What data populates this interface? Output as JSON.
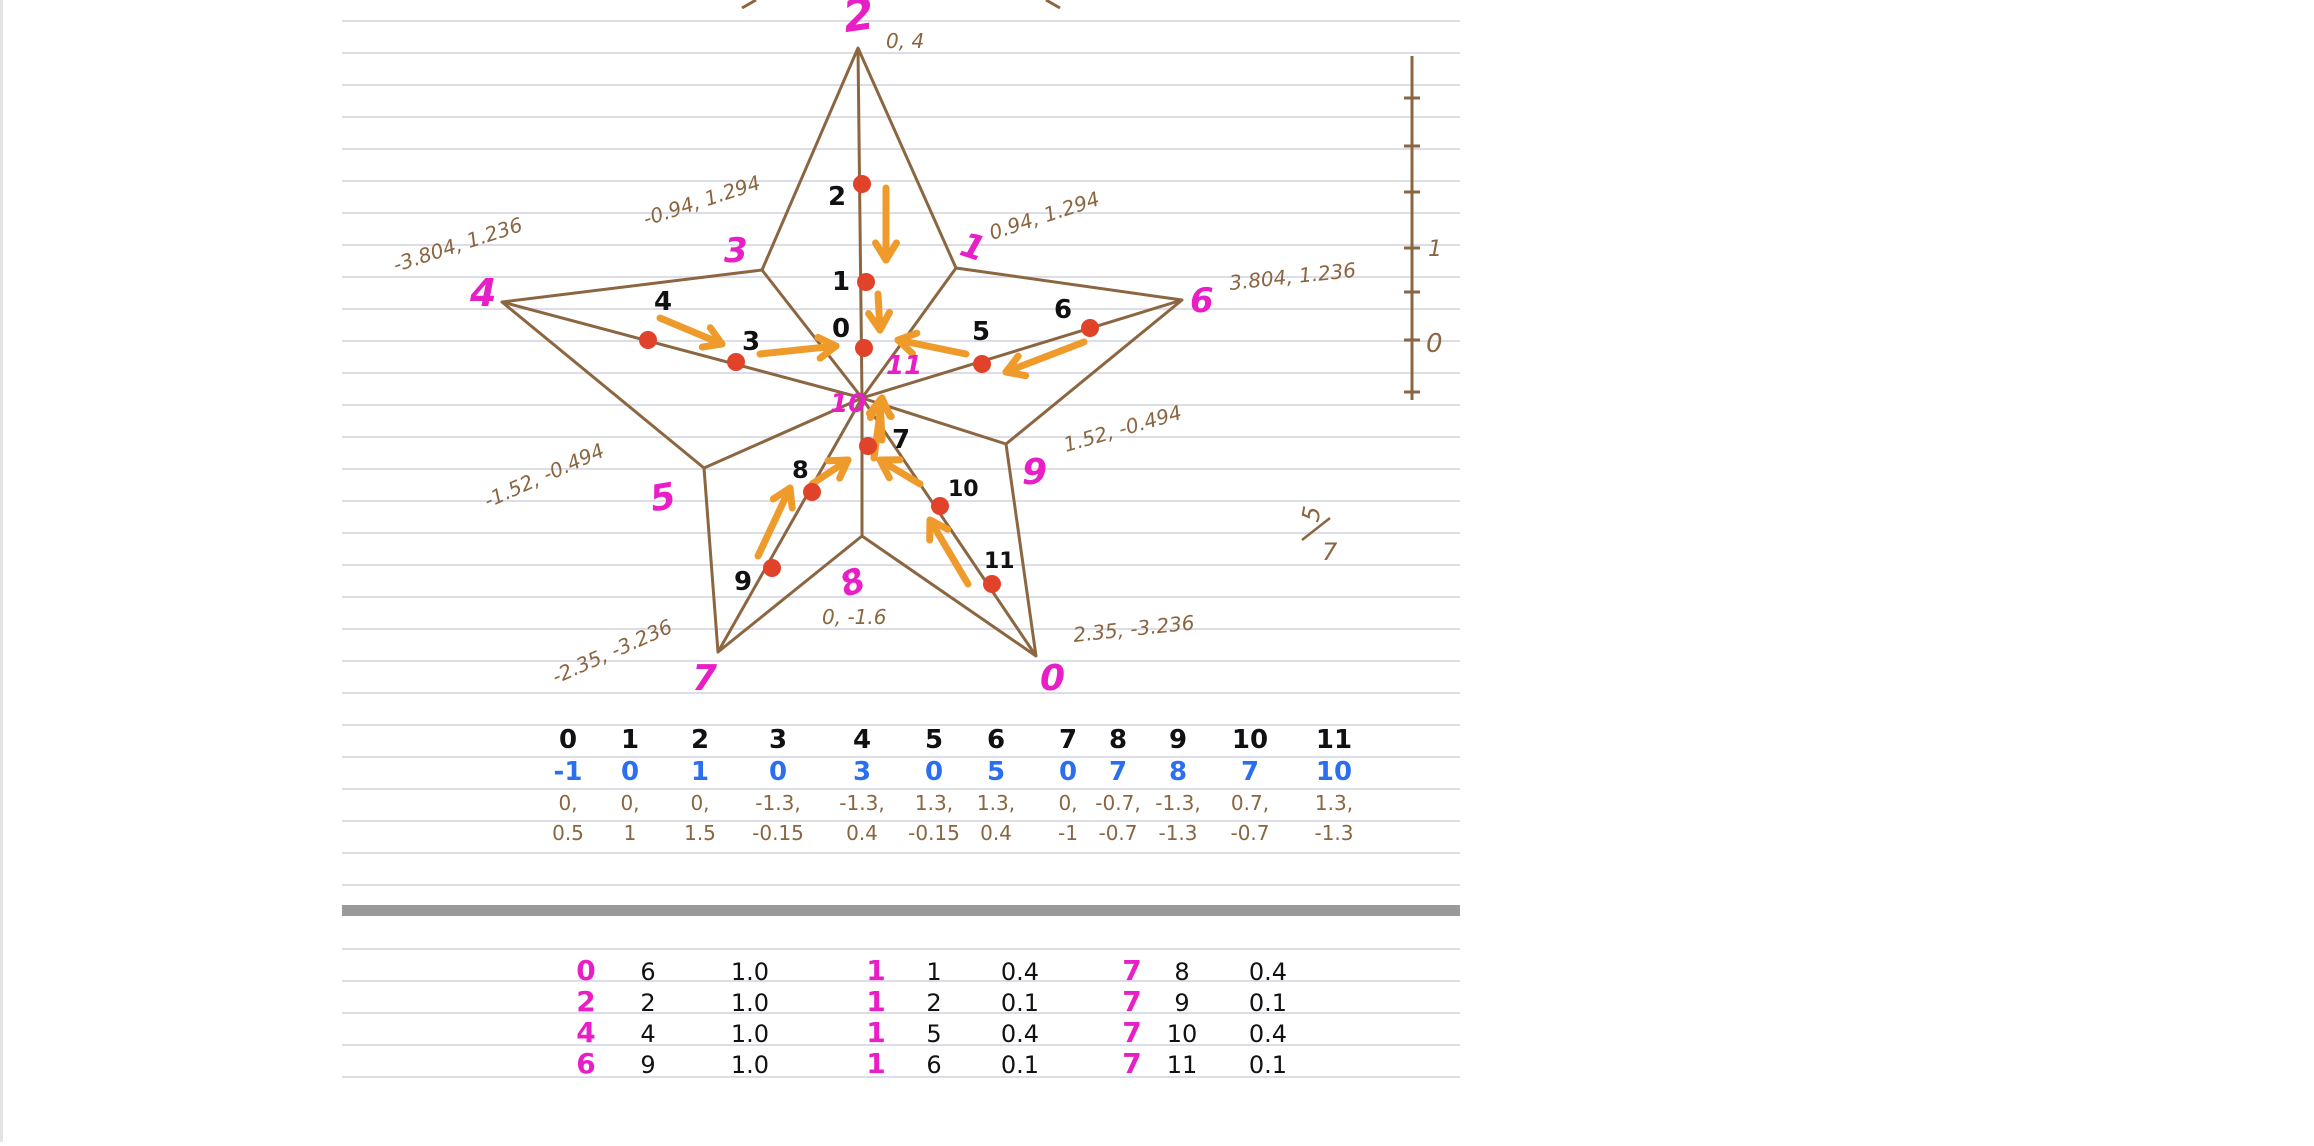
{
  "colors": {
    "rule": "#dcdde6",
    "divider": "#9a9a9a",
    "outline": "#8b6640",
    "node": "#e0422a",
    "arrow": "#ef9b2c",
    "label": "#111111",
    "vertex": "#e81fc6",
    "coord": "#8a6540",
    "parent": "#2b6ff0"
  },
  "vertex_labels": [
    "2",
    "1",
    "3",
    "4",
    "5",
    "6",
    "7",
    "8",
    "9",
    "0",
    "10",
    "11"
  ],
  "coordinates": [
    "0, 4",
    "0.94, 1.294",
    "-0.94, 1.294",
    "-3.804, 1.236",
    "3.804, 1.236",
    "-1.52, -0.494",
    "1.52, -0.494",
    "-2.35, -3.236",
    "0, -1.6",
    "2.35, -3.236"
  ],
  "node_labels": [
    "0",
    "1",
    "2",
    "3",
    "4",
    "5",
    "6",
    "7",
    "8",
    "9",
    "10",
    "11"
  ],
  "ruler": {
    "marks": [
      "1",
      "0"
    ]
  },
  "side_note": [
    "5",
    "7"
  ],
  "bone_table": {
    "indices": [
      "0",
      "1",
      "2",
      "3",
      "4",
      "5",
      "6",
      "7",
      "8",
      "9",
      "10",
      "11"
    ],
    "parents": [
      "-1",
      "0",
      "1",
      "0",
      "3",
      "0",
      "5",
      "0",
      "7",
      "8",
      "7",
      "10"
    ],
    "row_x": [
      "0,",
      "0,",
      "0,",
      "-1.3,",
      "-1.3,",
      "1.3,",
      "1.3,",
      "0,",
      "-0.7,",
      "-1.3,",
      "0.7,",
      "1.3,"
    ],
    "row_y": [
      "0.5",
      "1",
      "1.5",
      "-0.15",
      "0.4",
      "-0.15",
      "0.4",
      "-1",
      "-0.7",
      "-1.3",
      "-0.7",
      "-1.3"
    ]
  },
  "weight_table": {
    "rows": [
      [
        "0",
        "6",
        "1.0",
        "1",
        "1",
        "0.4",
        "7",
        "8",
        "0.4"
      ],
      [
        "2",
        "2",
        "1.0",
        "1",
        "2",
        "0.1",
        "7",
        "9",
        "0.1"
      ],
      [
        "4",
        "4",
        "1.0",
        "1",
        "5",
        "0.4",
        "7",
        "10",
        "0.4"
      ],
      [
        "6",
        "9",
        "1.0",
        "1",
        "6",
        "0.1",
        "7",
        "11",
        "0.1"
      ]
    ]
  }
}
